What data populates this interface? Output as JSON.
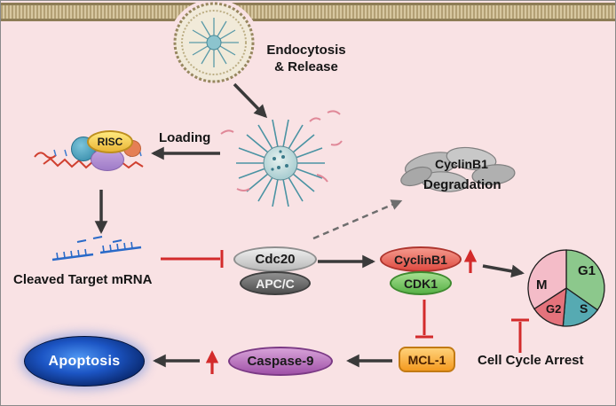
{
  "figure": {
    "background": "#f9e2e4",
    "membrane_color": "#b3a075",
    "labels": {
      "endocytosis_line1": "Endocytosis",
      "endocytosis_line2": "& Release",
      "loading": "Loading",
      "cleaved_mrna": "Cleaved Target mRNA",
      "degradation_line1": "CyclinB1",
      "degradation_line2": "Degradation",
      "cell_cycle_arrest": "Cell Cycle Arrest"
    },
    "nodes": {
      "risc": "RISC",
      "cdc20": "Cdc20",
      "apcc": "APC/C",
      "cyclinb1": "CyclinB1",
      "cdk1": "CDK1",
      "mcl1": "MCL-1",
      "caspase9": "Caspase-9",
      "apoptosis": "Apoptosis"
    },
    "pie": {
      "labels": {
        "g1": "G1",
        "s": "S",
        "g2": "G2",
        "m": "M"
      },
      "colors": {
        "g1": "#8cc88c",
        "s": "#56aab2",
        "g2": "#e4737c",
        "m": "#f4bcc8"
      },
      "fractions": {
        "g1": 0.35,
        "s": 0.17,
        "g2": 0.14,
        "m": 0.34
      }
    },
    "colors": {
      "arrow": "#3a3a3a",
      "inhibition": "#d32b2b",
      "dashed_arrow": "#6e6e6e",
      "upregulated_arrow": "#d32b2b"
    }
  }
}
